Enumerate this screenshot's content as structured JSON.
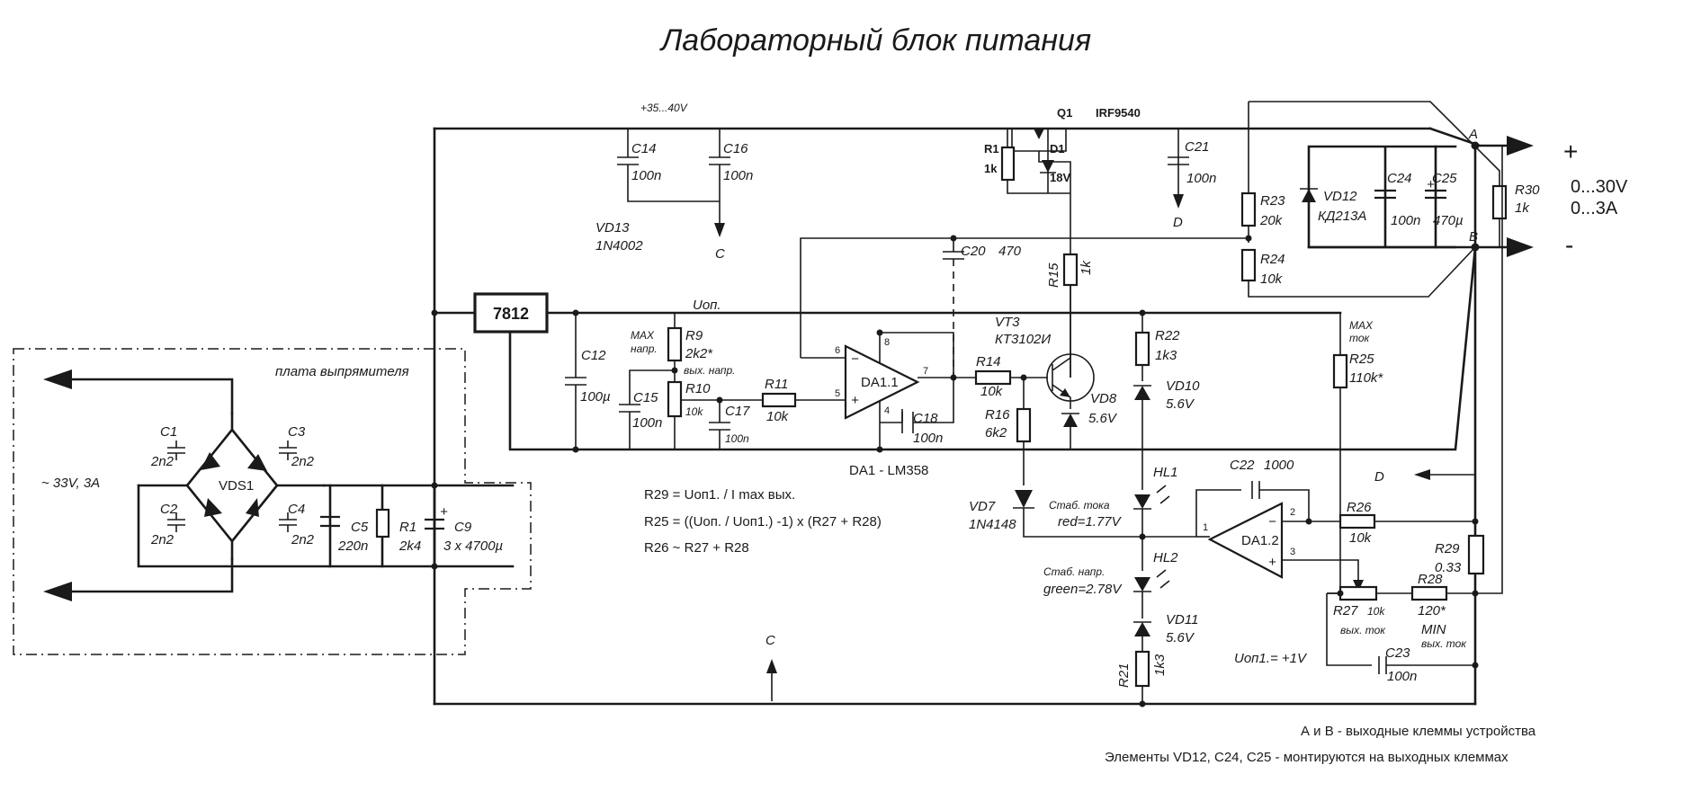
{
  "title": "Лабораторный  блок  питания",
  "supply_label": "+35...40V",
  "input_label": "~ 33V, 3A",
  "rectifier_board_label": "плата  выпрямителя",
  "regulator_7812": "7812",
  "uop_label": "Uоп.",
  "output": {
    "plus": "+",
    "minus": "-",
    "voltage": "0...30V",
    "current": "0...3A",
    "node_a": "A",
    "node_b": "B"
  },
  "components": {
    "q1_name": "Q1",
    "q1_part": "IRF9540",
    "d1_name": "D1",
    "d1_value": "18V",
    "r1_name": "R1",
    "r1_value": "1k",
    "c14_name": "C14",
    "c14_value": "100n",
    "c16_name": "C16",
    "c16_value": "100n",
    "c21_name": "C21",
    "c21_value": "100n",
    "vd13_name": "VD13",
    "vd13_part": "1N4002",
    "c20_name": "C20",
    "c20_value": "470",
    "r15_name": "R15",
    "r15_value": "1k",
    "r23_name": "R23",
    "r23_value": "20k",
    "r24_name": "R24",
    "r24_value": "10k",
    "vd12_name": "VD12",
    "vd12_part": "КД213А",
    "c24_name": "C24",
    "c24_value": "100n",
    "c25_name": "C25",
    "c25_value": "470µ",
    "r30_name": "R30",
    "r30_value": "1k",
    "c12_name": "C12",
    "c12_value": "100µ",
    "r9_max": "MAX",
    "r9_max_sub": "напр.",
    "r9_name": "R9",
    "r9_value": "2k2*",
    "r10_tap": "вых. напр.",
    "r10_name": "R10",
    "r10_value": "10k",
    "c15_name": "C15",
    "c15_value": "100n",
    "c17_name": "C17",
    "c17_value": "100n",
    "r11_name": "R11",
    "r11_value": "10k",
    "da11_name": "DA1.1",
    "c18_name": "C18",
    "c18_value": "100n",
    "r14_name": "R14",
    "r14_value": "10k",
    "vt3_name": "VT3",
    "vt3_part": "КТ3102И",
    "vd8_name": "VD8",
    "vd8_value": "5.6V",
    "r16_name": "R16",
    "r16_value": "6k2",
    "da1_label": "DA1 -  LM358",
    "r22_name": "R22",
    "r22_value": "1k3",
    "vd10_name": "VD10",
    "vd10_value": "5.6V",
    "r25_max": "MAX",
    "r25_max_sub": "ток",
    "r25_name": "R25",
    "r25_value": "110k*",
    "c22_name": "C22",
    "c22_value": "1000",
    "hl1_name": "HL1",
    "hl1_note1": "Стаб. тока",
    "hl1_note2": "red=1.77V",
    "hl2_name": "HL2",
    "hl2_note1": "Стаб. напр.",
    "hl2_note2": "green=2.78V",
    "vd7_name": "VD7",
    "vd7_part": "1N4148",
    "da12_name": "DA1.2",
    "r26_name": "R26",
    "r26_value": "10k",
    "r29_name": "R29",
    "r29_value": "0.33",
    "r27_name": "R27",
    "r27_value": "10k",
    "r27_note": "вых. ток",
    "r28_name": "R28",
    "r28_value": "120*",
    "r28_min": "MIN",
    "r28_note": "вых. ток",
    "vd11_name": "VD11",
    "vd11_value": "5.6V",
    "r21_name": "R21",
    "r21_value": "1k3",
    "c23_name": "C23",
    "c23_value": "100n",
    "c1_name": "C1",
    "c1_value": "2n2",
    "c2_name": "C2",
    "c2_value": "2n2",
    "c3_name": "C3",
    "c3_value": "2n2",
    "c4_name": "C4",
    "c4_value": "2n2",
    "vds1_name": "VDS1",
    "c5_name": "C5",
    "c5_value": "220n",
    "r1b_name": "R1",
    "r1b_value": "2k4",
    "c9_name": "C9",
    "c9_value": "3 x 4700µ"
  },
  "nets": {
    "c": "C",
    "d": "D"
  },
  "uop1_label": "Uоп1.= +1V",
  "formulas": [
    "R29 = Uоп1. / I max вых.",
    "R25 = ((Uоп. / Uоп1.) -1) x (R27 + R28)",
    "R26 ~  R27 + R28"
  ],
  "notes": [
    "А и В - выходные клеммы устройства",
    "Элементы VD12, C24, C25 - монтируются на выходных клеммах"
  ],
  "pins": {
    "p6": "6",
    "p5": "5",
    "p8": "8",
    "p4": "4",
    "p7": "7",
    "p1": "1",
    "p2": "2",
    "p3": "3"
  }
}
